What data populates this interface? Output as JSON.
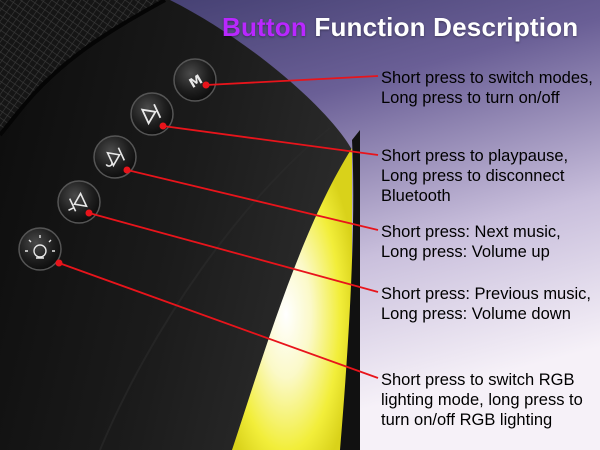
{
  "title": {
    "accent": "Button",
    "rest": " Function Description"
  },
  "colors": {
    "accent": "#b927ff",
    "leader_line": "#e8141b",
    "background_top": "#3d3a6e",
    "background_bottom": "#f3eef7",
    "glow": "#f4f03a"
  },
  "buttons": [
    {
      "icon": "mode-icon",
      "description": "Short press to switch modes, Long press to turn on/off"
    },
    {
      "icon": "play-pause-icon",
      "description": "Short press to playpause, Long press to disconnect Bluetooth"
    },
    {
      "icon": "next-volume-up-icon",
      "description": "Short press: Next music, Long press: Volume up"
    },
    {
      "icon": "previous-volume-down-icon",
      "description": "Short press: Previous music, Long press: Volume down"
    },
    {
      "icon": "rgb-light-icon",
      "description": "Short  press to switch RGB lighting mode, long press to turn on/off RGB lighting"
    }
  ]
}
